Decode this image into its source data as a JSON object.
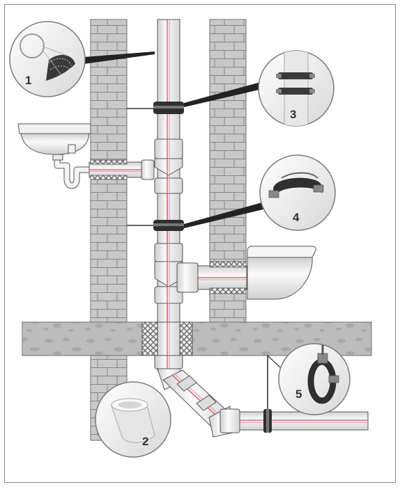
{
  "callouts": [
    {
      "id": "1",
      "label": "1",
      "icon": "insulated-pipe-section-icon"
    },
    {
      "id": "2",
      "label": "2",
      "icon": "pipe-elbow-fitting-icon"
    },
    {
      "id": "3",
      "label": "3",
      "icon": "double-pipe-clamp-icon"
    },
    {
      "id": "4",
      "label": "4",
      "icon": "pipe-clamp-bracket-icon"
    },
    {
      "id": "5",
      "label": "5",
      "icon": "ceiling-hanger-clamp-icon"
    }
  ],
  "colors": {
    "brick": "#c8c8c8",
    "brick_mortar": "#8a8a8a",
    "slab": "#bdbdbd",
    "pipe": "#ececec",
    "pipe_outline": "#555555",
    "stripe_red": "#d9534f",
    "stripe_pink": "#e8a0c8",
    "insulation": "#9a9a9a",
    "clamp": "#333333"
  }
}
